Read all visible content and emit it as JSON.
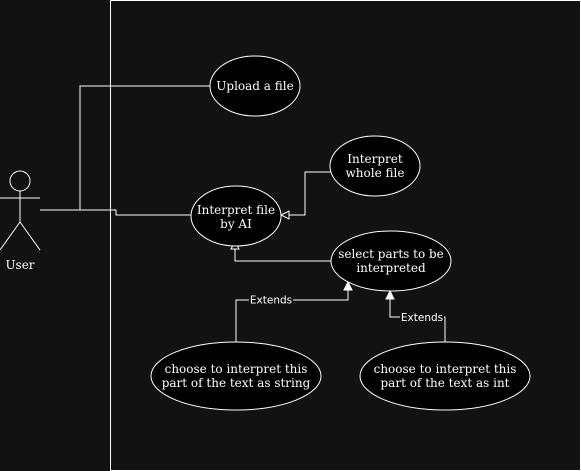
{
  "actor": {
    "label": "User"
  },
  "use_cases": {
    "upload": {
      "lines": [
        "Upload a file"
      ]
    },
    "interpret_ai": {
      "lines": [
        "Interpret file",
        "by AI"
      ]
    },
    "interpret_whole": {
      "lines": [
        "Interpret",
        "whole file"
      ]
    },
    "select_parts": {
      "lines": [
        "select parts to be",
        "interpreted"
      ]
    },
    "as_string": {
      "lines": [
        "choose to interpret this",
        "part of the text as string"
      ]
    },
    "as_int": {
      "lines": [
        "choose to interpret this",
        "part of the text as int"
      ]
    }
  },
  "relations": {
    "extends_label_left": "Extends",
    "extends_label_right": "Extends"
  },
  "colors": {
    "background": "#121212",
    "stroke": "#ffffff",
    "ellipse_fill": "#000000",
    "text": "#ffffff"
  }
}
